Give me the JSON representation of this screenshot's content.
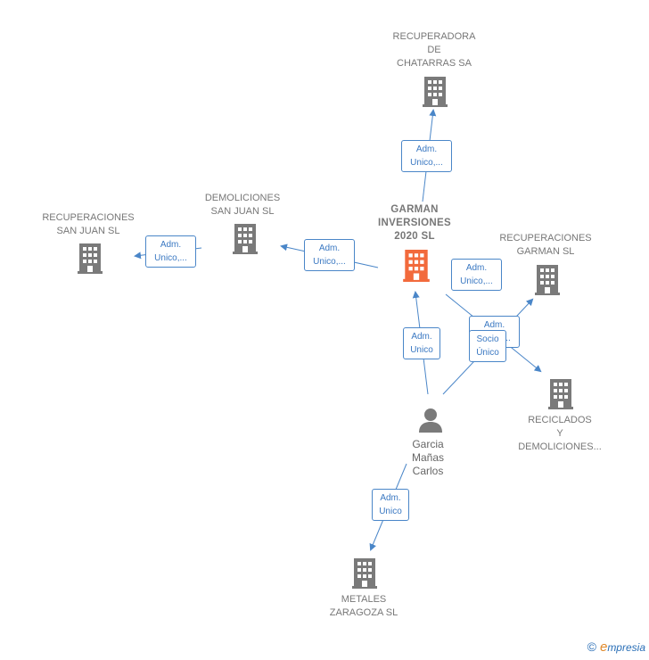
{
  "nodes": {
    "recuperadora": "RECUPERADORA\nDE\nCHATARRAS SA",
    "garman_inversiones": "GARMAN\nINVERSIONES\n2020  SL",
    "demoliciones_san_juan": "DEMOLICIONES\nSAN JUAN  SL",
    "recuperaciones_san_juan": "RECUPERACIONES\nSAN JUAN  SL",
    "recuperaciones_garman": "RECUPERACIONES\nGARMAN  SL",
    "reciclados": "RECICLADOS\nY\nDEMOLICIONES...",
    "metales_zaragoza": "METALES\nZARAGOZA SL",
    "person": "Garcia\nMañas\nCarlos"
  },
  "edges": {
    "to_recuperadora": "Adm.\nUnico,...",
    "to_demoliciones": "Adm.\nUnico,...",
    "to_recuperaciones_sj": "Adm.\nUnico,...",
    "to_recuperaciones_garman": "Adm.\nUnico,...",
    "to_garman": "Adm.\nUnico",
    "to_reciclados_adm": "Adm.\nUnico,...",
    "to_reciclados_socio": "Socio\nÚnico",
    "to_metales": "Adm.\nUnico"
  },
  "footer": {
    "copyright": "©",
    "brand_e": "e",
    "brand_rest": "mpresia"
  },
  "colors": {
    "main_node": "#f26a3c",
    "node": "#7a7a7a",
    "edge": "#4a86c8"
  }
}
